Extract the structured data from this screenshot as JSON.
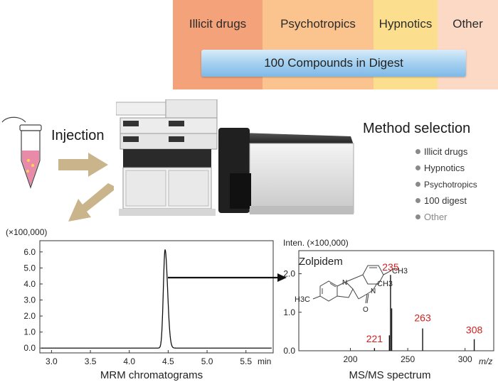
{
  "categories": [
    {
      "label": "Illicit drugs",
      "color": "#f4a27a"
    },
    {
      "label": "Psychotropics",
      "color": "#fbc48f"
    },
    {
      "label": "Hypnotics",
      "color": "#fcdf8e"
    },
    {
      "label": "Other",
      "color": "#fbd9c4"
    }
  ],
  "digest_label": "100 Compounds in Digest",
  "injection_label": "Injection",
  "method_selection": {
    "title": "Method selection",
    "items": [
      "Illicit drugs",
      "Hypnotics",
      "Psychotropics",
      "100 digest",
      "Other"
    ]
  },
  "chart_data": [
    {
      "type": "line",
      "title": "MRM chromatograms",
      "xlabel": "min",
      "ylabel": "(×100,000)",
      "xlim": [
        2.85,
        5.85
      ],
      "ylim": [
        -0.3,
        6.7
      ],
      "xticks": [
        "3.0",
        "3.5",
        "4.0",
        "4.5",
        "5.0",
        "5.5"
      ],
      "yticks": [
        "0.0",
        "1.0",
        "2.0",
        "3.0",
        "4.0",
        "5.0",
        "6.0"
      ],
      "peak": {
        "x": 4.46,
        "y": 6.15
      },
      "baseline": 0.0
    },
    {
      "type": "bar",
      "title": "MS/MS spectrum",
      "xlabel": "m/z",
      "ylabel": "Inten. (×100,000)",
      "xlim": [
        155,
        325
      ],
      "ylim": [
        0,
        2.6
      ],
      "xticks": [
        "200",
        "250",
        "300"
      ],
      "yticks": [
        "0.0",
        "1.0",
        "2.0"
      ],
      "compound": "Zolpidem",
      "peaks": [
        {
          "mz": 221,
          "intensity": 0.07,
          "label": "221"
        },
        {
          "mz": 234,
          "intensity": 0.4,
          "label": ""
        },
        {
          "mz": 235,
          "intensity": 1.97,
          "label": "235"
        },
        {
          "mz": 236,
          "intensity": 1.1,
          "label": ""
        },
        {
          "mz": 263,
          "intensity": 0.58,
          "label": "263"
        },
        {
          "mz": 308,
          "intensity": 0.3,
          "label": "308"
        }
      ],
      "label_color": "#d21f1f"
    }
  ],
  "structure_labels": {
    "ch3_top": "CH3",
    "h3c": "H3C",
    "ch3_amide": "CH3",
    "n_ring": "N",
    "n_amide": "N",
    "o_atom": "O"
  }
}
